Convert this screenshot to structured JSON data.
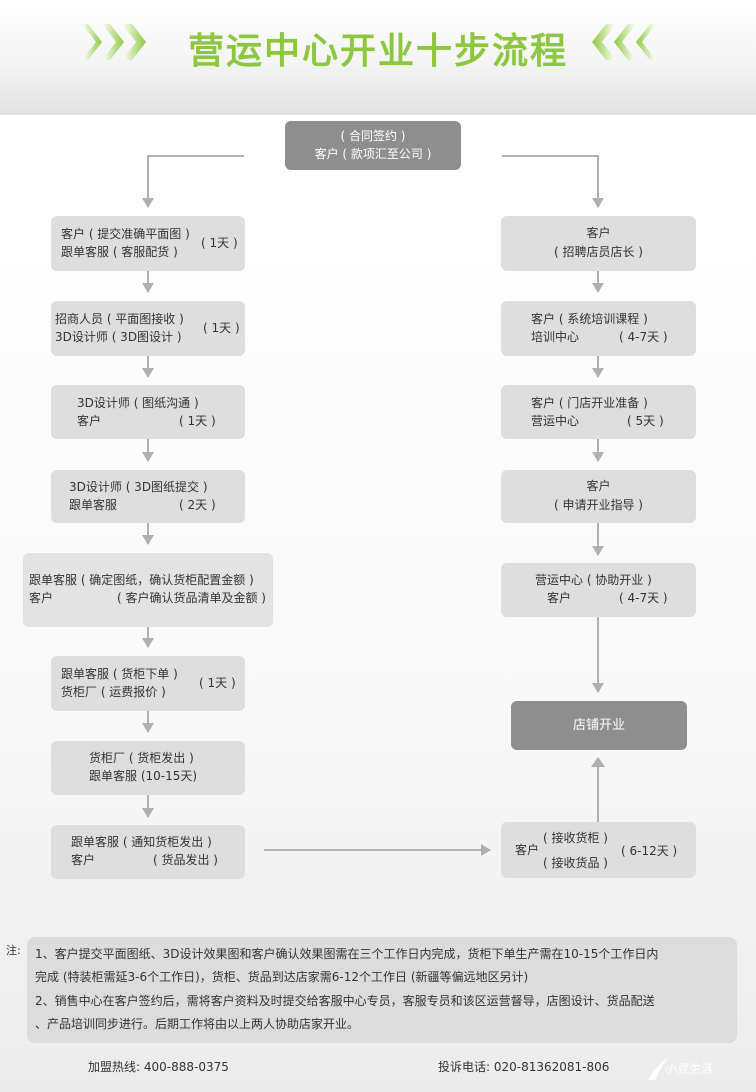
{
  "title": "营运中心开业十步流程",
  "colors": {
    "title_green": "#8dc73f",
    "box_gray": "#dedede",
    "dark_box": "#8e8e8e",
    "arrow_gray": "#b0b0b0"
  },
  "icons": {
    "title_decoration": "triple-chevron"
  },
  "top_box": {
    "line1": "( 合同签约 )",
    "line2": "客户 ( 款项汇至公司 )"
  },
  "left_steps": [
    {
      "lines": [
        "客户 ( 提交准确平面图 )",
        "跟单客服 ( 客服配货 )"
      ],
      "duration": "( 1天 )"
    },
    {
      "lines": [
        "招商人员 ( 平面图接收 )",
        "3D设计师 ( 3D图设计 )"
      ],
      "duration": "( 1天 )"
    },
    {
      "lines": [
        "3D设计师 ( 图纸沟通 )",
        "客户"
      ],
      "duration": "( 1天 )"
    },
    {
      "lines": [
        "3D设计师 ( 3D图纸提交 )",
        "跟单客服"
      ],
      "duration": "( 2天 )"
    },
    {
      "lines": [
        "跟单客服 ( 确定图纸，确认货柜配置金额 )",
        "客户"
      ],
      "duration": "( 客户确认货品清单及金额 )"
    },
    {
      "lines": [
        "跟单客服 ( 货柜下单 )",
        "货柜厂 ( 运费报价 )"
      ],
      "duration": "( 1天 )"
    },
    {
      "lines": [
        "货柜厂 ( 货柜发出 )",
        "跟单客服 (10-15天)"
      ],
      "duration": ""
    },
    {
      "lines": [
        "跟单客服 ( 通知货柜发出 )",
        "客户"
      ],
      "duration": "( 货品发出 )"
    }
  ],
  "right_steps": [
    {
      "lines": [
        "客户",
        "( 招聘店员店长 )"
      ],
      "duration": ""
    },
    {
      "lines": [
        "客户 ( 系统培训课程 )",
        "培训中心"
      ],
      "duration": "( 4-7天 )"
    },
    {
      "lines": [
        "客户 ( 门店开业准备 )",
        "营运中心"
      ],
      "duration": "( 5天 )"
    },
    {
      "lines": [
        "客户",
        "( 申请开业指导 )"
      ],
      "duration": ""
    },
    {
      "lines": [
        "营运中心 ( 协助开业 )",
        "客户"
      ],
      "duration": "( 4-7天 )"
    }
  ],
  "opening_box": {
    "label": "店铺开业"
  },
  "receive_box": {
    "customer": "客户",
    "item1": "( 接收货柜 )",
    "item2": "( 接收货品 )",
    "duration": "( 6-12天 )"
  },
  "notes": {
    "label": "注:",
    "lines": [
      "1、客户提交平面图纸、3D设计效果图和客户确认效果图需在三个工作日内完成，货柜下单生产需在10-15个工作日内",
      "    完成 (特装柜需延3-6个工作日)，货柜、货品到达店家需6-12个工作日 (新疆等偏远地区另计)",
      "2、销售中心在客户签约后，需将客户资料及时提交给客服中心专员，客服专员和该区运营督导，店图设计、货品配送",
      "    、产品培训同步进行。后期工作将由以上两人协助店家开业。"
    ]
  },
  "footer": {
    "hotline": "加盟热线: 400-888-0375",
    "complaint": "投诉电话: 020-81362081-806",
    "logo": "小豆生活"
  }
}
